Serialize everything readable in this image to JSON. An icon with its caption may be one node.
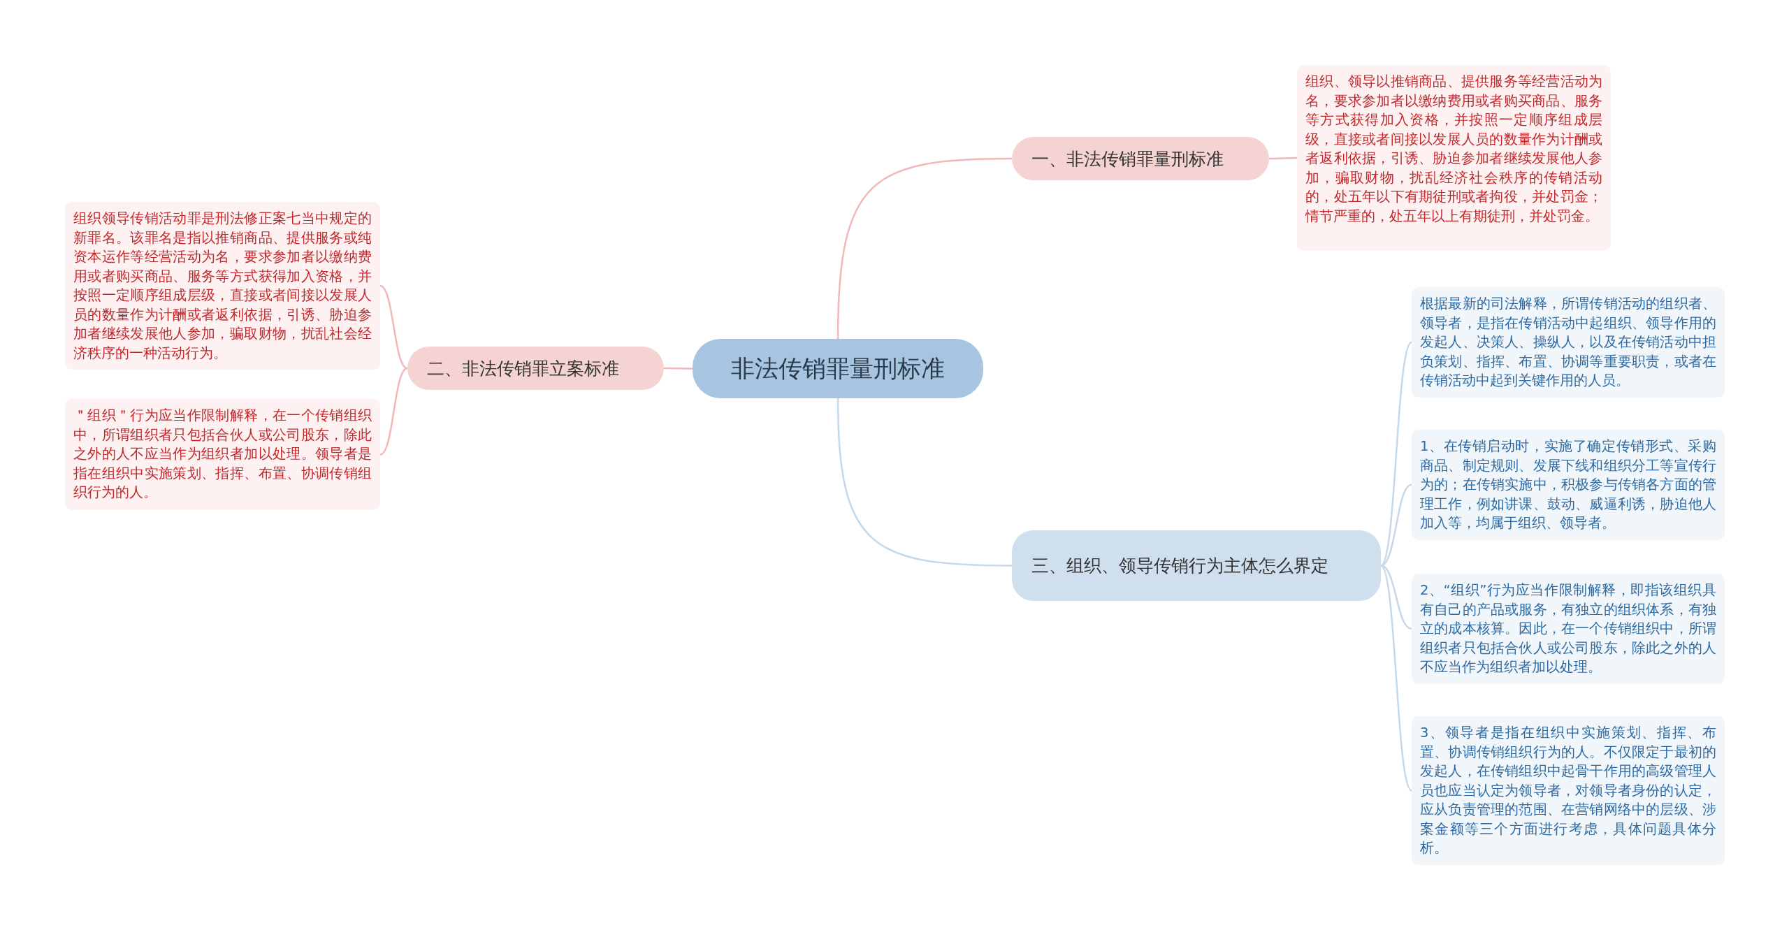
{
  "diagram": {
    "nodes": [
      {
        "text": [
          "非法传销罪量刑标准"
        ]
      },
      {
        "text": [
          "一、非法传销罪量刑标准"
        ]
      },
      {
        "text": [
          "组织、领导以推销商品、提供服务等经营活动为名，要求参加者以缴纳费用或者购买商品、服务等方式获得加入资格，并按照一定顺序组成层级，直接或者间接以发展人员的数量作为计酬或者返利依据，引诱、胁迫参加者继续发展他人参加，骗取财物，扰乱经济社会秩序的传销活动的，处五年以下有期徒刑或者拘役，并处罚金；情节严重的，处五年以上有期徒刑，并处罚金。"
        ]
      },
      {
        "text": [
          "二、非法传销罪立案标准"
        ]
      },
      {
        "text": [
          "组织领导传销活动罪是刑法修正案七当中规定的新罪名。该罪名是指以推销商品、提供服务或纯资本运作等经营活动为名，要求参加者以缴纳费用或者购买商品、服务等方式获得加入资格，并按照一定顺序组成层级，直接或者间接以发展人员的数量作为计酬或者返利依据，引诱、胁迫参加者继续发展他人参加，骗取财物，扰乱社会经济秩序的一种活动行为。"
        ]
      },
      {
        "text": [
          "＂组织＂行为应当作限制解释，在一个传销组织中，所谓组织者只包括合伙人或公司股东，除此之外的人不应当作为组织者加以处理。领导者是指在组织中实施策划、指挥、布置、协调传销组织行为的人。"
        ]
      },
      {
        "text": [
          "三、组织、领导传销行为主体怎么界定"
        ]
      },
      {
        "text": [
          "根据最新的司法解释，所谓传销活动的组织者、领导者，是指在传销活动中起组织、领导作用的发起人、决策人、操纵人，以及在传销活动中担负策划、指挥、布置、协调等重要职责，或者在传销活动中起到关键作用的人员。"
        ]
      },
      {
        "text": [
          "1、在传销启动时，实施了确定传销形式、采购商品、制定规则、发展下线和组织分工等宣传行为的；在传销实施中，积极参与传销各方面的管理工作，例如讲课、鼓动、威逼利诱，胁迫他人加入等，均属于组织、领导者。"
        ]
      },
      {
        "text": [
          "2、“组织”行为应当作限制解释，即指该组织具有自己的产品或服务，有独立的组织体系，有独立的成本核算。因此，在一个传销组织中，所谓组织者只包括合伙人或公司股东，除此之外的人不应当作为组织者加以处理。"
        ]
      },
      {
        "text": [
          "3、领导者是指在组织中实施策划、指挥、布置、协调传销组织行为的人。不仅限定于最初的发起人，在传销组织中起骨干作用的高级管理人员也应当认定为领导者，对领导者身份的认定，应从负责管理的范围、在营销网络中的层级、涉案金额等三个方面进行考虑，具体问题具体分析。"
        ]
      }
    ],
    "edges": [
      {
        "from": 0,
        "to": 1,
        "arrow": "none"
      },
      {
        "from": 1,
        "to": 2,
        "arrow": "none"
      },
      {
        "from": 0,
        "to": 3,
        "arrow": "none"
      },
      {
        "from": 3,
        "to": 4,
        "arrow": "none"
      },
      {
        "from": 3,
        "to": 5,
        "arrow": "none"
      },
      {
        "from": 0,
        "to": 6,
        "arrow": "none",
        "color": "#c5d8ea"
      },
      {
        "from": 6,
        "to": 7,
        "arrow": "none",
        "color": "#c5d8ea"
      },
      {
        "from": 6,
        "to": 8,
        "arrow": "none",
        "color": "#c5d8ea"
      },
      {
        "from": 6,
        "to": 9,
        "arrow": "none",
        "color": "#c5d8ea"
      },
      {
        "from": 6,
        "to": 10,
        "arrow": "none",
        "color": "#c5d8ea"
      }
    ]
  }
}
